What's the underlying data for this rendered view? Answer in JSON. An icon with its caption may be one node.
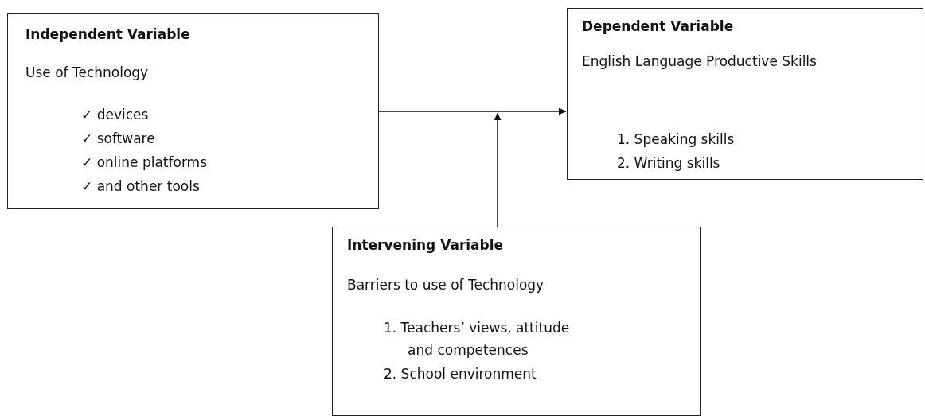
{
  "diagram": {
    "nodes": [
      {
        "text": [
          "Independent Variable",
          "Use of Technology",
          "✓ devices",
          "✓ software",
          "✓ online platforms",
          "✓ and other tools"
        ]
      },
      {
        "text": [
          "Dependent Variable",
          "English Language Productive Skills",
          "1. Speaking skills",
          "2. Writing skills"
        ]
      },
      {
        "text": [
          "Intervening Variable",
          "Barriers to use of Technology",
          "1. Teachers’ views, attitude and competences",
          "2. School environment"
        ]
      }
    ],
    "edges": [
      {
        "from": 0,
        "to": 1,
        "arrow": "to"
      },
      {
        "from": 2,
        "to": null,
        "arrow": "to"
      }
    ]
  }
}
